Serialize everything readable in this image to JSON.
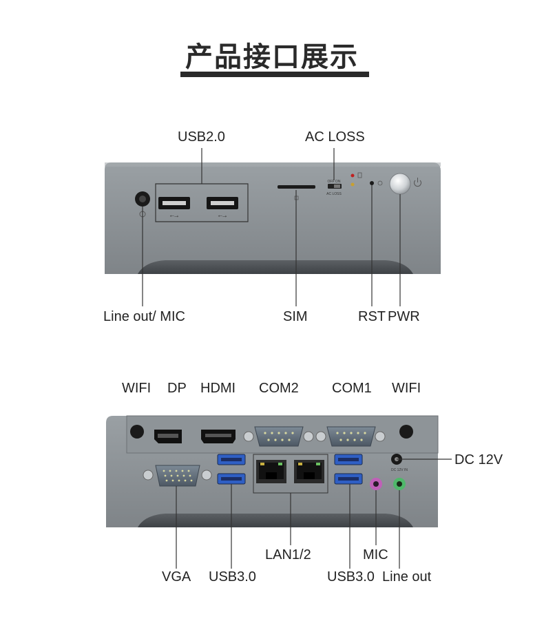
{
  "title": "产品接口展示",
  "front_panel": {
    "labels": {
      "usb20": "USB2.0",
      "ac_loss": "AC LOSS",
      "line_out_mic": "Line out/ MIC",
      "sim": "SIM",
      "rst": "RST",
      "pwr": "PWR"
    },
    "switch_text": {
      "top": "OFF  ON",
      "bottom": "AC LOSS"
    }
  },
  "rear_panel": {
    "labels": {
      "wifi_left": "WIFI",
      "dp": "DP",
      "hdmi": "HDMI",
      "com2": "COM2",
      "com1": "COM1",
      "wifi_right": "WIFI",
      "dc12v": "DC 12V",
      "vga": "VGA",
      "usb30_left": "USB3.0",
      "lan12": "LAN1/2",
      "usb30_right": "USB3.0",
      "mic": "MIC",
      "line_out": "Line out"
    },
    "dc_text": "DC 12V IN"
  },
  "colors": {
    "chassis": "#8b9094",
    "chassis_dark": "#5e6266",
    "usb3_blue": "#2f5fc4",
    "mic_pink": "#c060b8",
    "line_green": "#4fb86a"
  }
}
